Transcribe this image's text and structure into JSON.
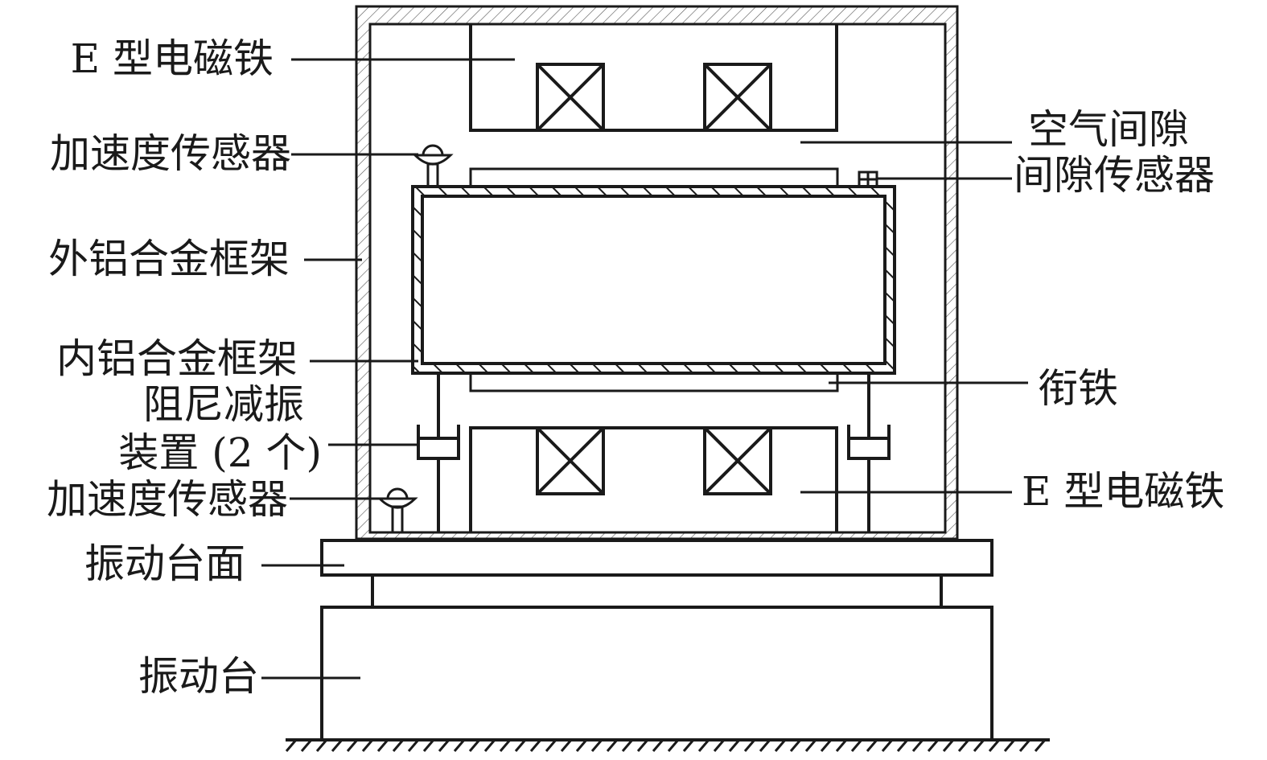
{
  "labels": {
    "e_magnet_top": "E 型电磁铁",
    "accel_sensor_top": "加速度传感器",
    "outer_frame": "外铝合金框架",
    "inner_frame": "内铝合金框架",
    "damper_line1": "阻尼减振",
    "damper_line2": "装置 (2 个)",
    "accel_sensor_bottom": "加速度传感器",
    "table_surface": "振动台面",
    "shaker": "振动台",
    "air_gap": "空气间隙",
    "gap_sensor": "间隙传感器",
    "armature": "衔铁",
    "e_magnet_bottom": "E 型电磁铁"
  }
}
